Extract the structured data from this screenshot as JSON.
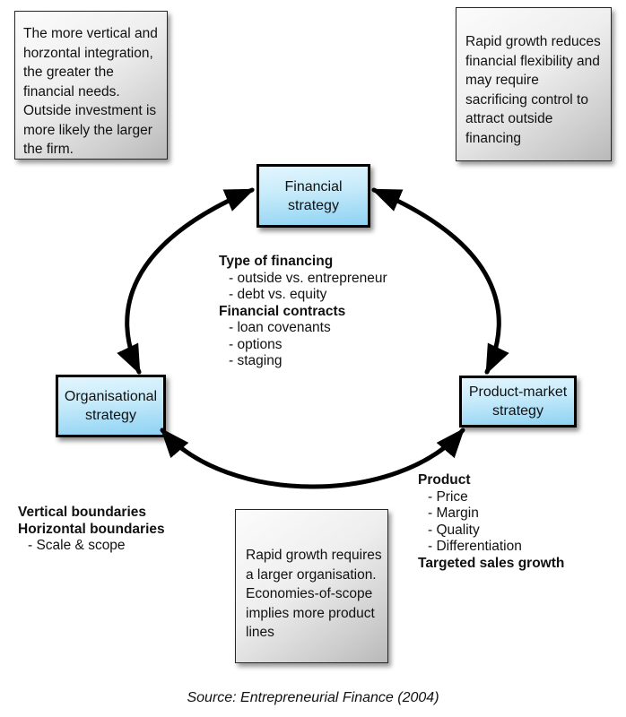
{
  "boxes": {
    "financial": "Financial\nstrategy",
    "organisational": "Organisational\nstrategy",
    "product_market": "Product-market\nstrategy"
  },
  "callouts": {
    "top_left": "The more vertical and\nhorzontal integration,\nthe greater the\nfinancial needs.\nOutside investment is\nmore likely the larger\nthe firm.",
    "top_right": "Rapid growth reduces\nfinancial flexibility and\nmay require\nsacrificing control to\nattract outside\nfinancing",
    "bottom_center": "Rapid growth requires\na larger organisation.\nEconomies-of-scope\nimplies more product\nlines"
  },
  "notes": {
    "financing": {
      "lines": [
        "Type of financing",
        "- outside vs. entrepreneur",
        "- debt vs. equity",
        "Financial contracts",
        "- loan covenants",
        "- options",
        "- staging"
      ]
    },
    "organisation": {
      "lines": [
        "Vertical boundaries",
        "Horizontal boundaries",
        "- Scale & scope"
      ]
    },
    "product": {
      "lines": [
        "Product",
        "- Price",
        "- Margin",
        "- Quality",
        "- Differentiation",
        "Targeted sales growth"
      ]
    }
  },
  "source": "Source: Entrepreneurial Finance (2004)",
  "colors": {
    "strategy_fill_top": "#e3f6fe",
    "strategy_fill_bottom": "#8ed2f3",
    "strategy_border": "#000000",
    "callout_fill_light": "#fcfcfc",
    "callout_fill_dark": "#b9b9b9",
    "arrow": "#000000",
    "background": "#ffffff"
  }
}
